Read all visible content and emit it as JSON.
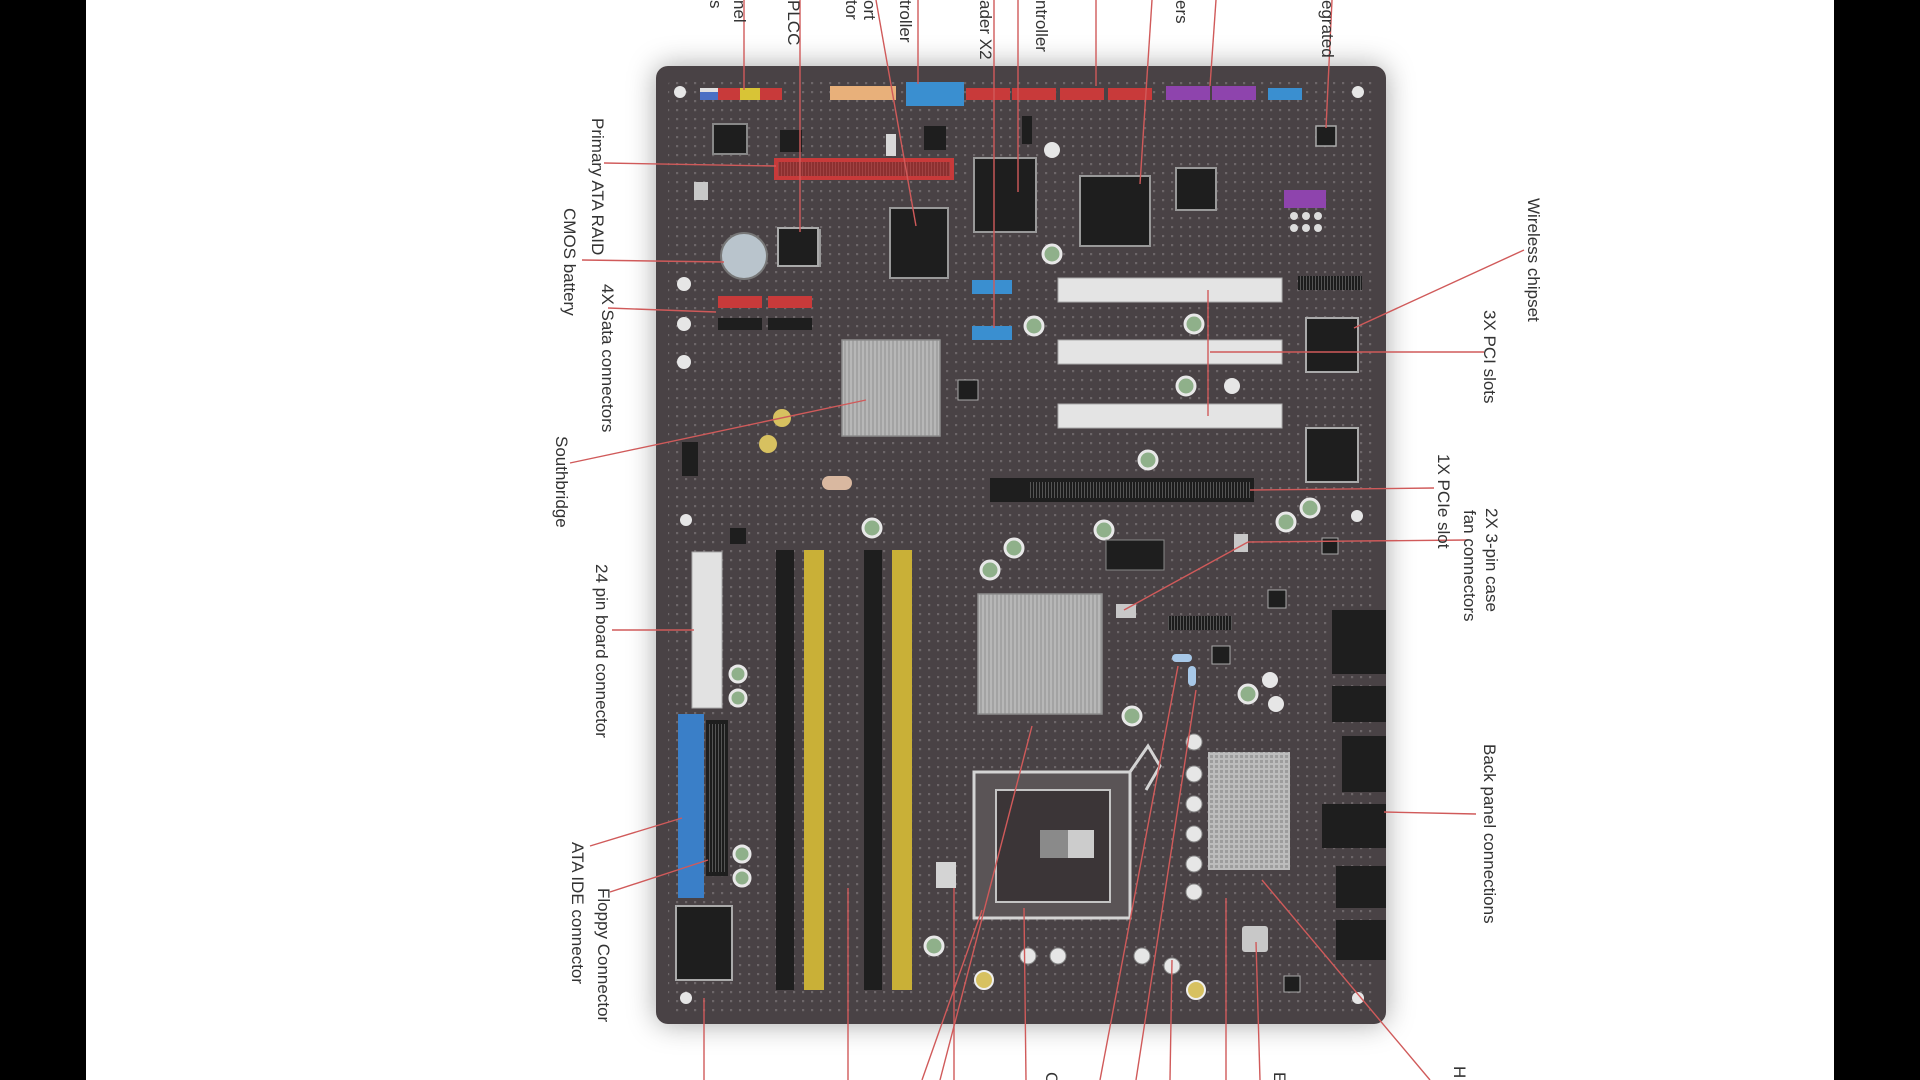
{
  "diagram": {
    "labels": {
      "primary_ata_raid": "Primary ATA RAID",
      "cmos_battery": "CMOS battery",
      "sata_connectors": "4X Sata connectors",
      "southbridge": "Southbridge",
      "board_connector_24pin": "24 pin board connector",
      "ata_ide_connector": "ATA IDE connector",
      "floppy_connector": "Floppy Connector",
      "wireless_chipset": "Wireless chipset",
      "pci_slots": "3X PCI slots",
      "pcie_slot": "1X PCIe slot",
      "case_fan_connectors_line1": "2X 3-pin case",
      "case_fan_connectors_line2": "fan connectors",
      "back_panel_connections": "Back panel connections"
    },
    "cropped_top_fragments": [
      "s",
      "nel",
      "PLCC",
      "ort",
      "tor",
      "troller",
      "ader X2",
      "ntroller",
      "ers",
      "egrated"
    ],
    "cropped_bottom_fragments": [
      "C",
      "E",
      "H"
    ]
  },
  "colors": {
    "background": "#ffffff",
    "side_bars": "#000000",
    "board": "#4a4244",
    "leader_line": "#d05a5a",
    "ram_gold": "#c9b037",
    "ide_blue": "#3a7fc8",
    "sata_red": "#c83a3a",
    "pci_white": "#e4e4e4",
    "heatsink": "#b5b5b5",
    "header_purple": "#8e44ad"
  }
}
